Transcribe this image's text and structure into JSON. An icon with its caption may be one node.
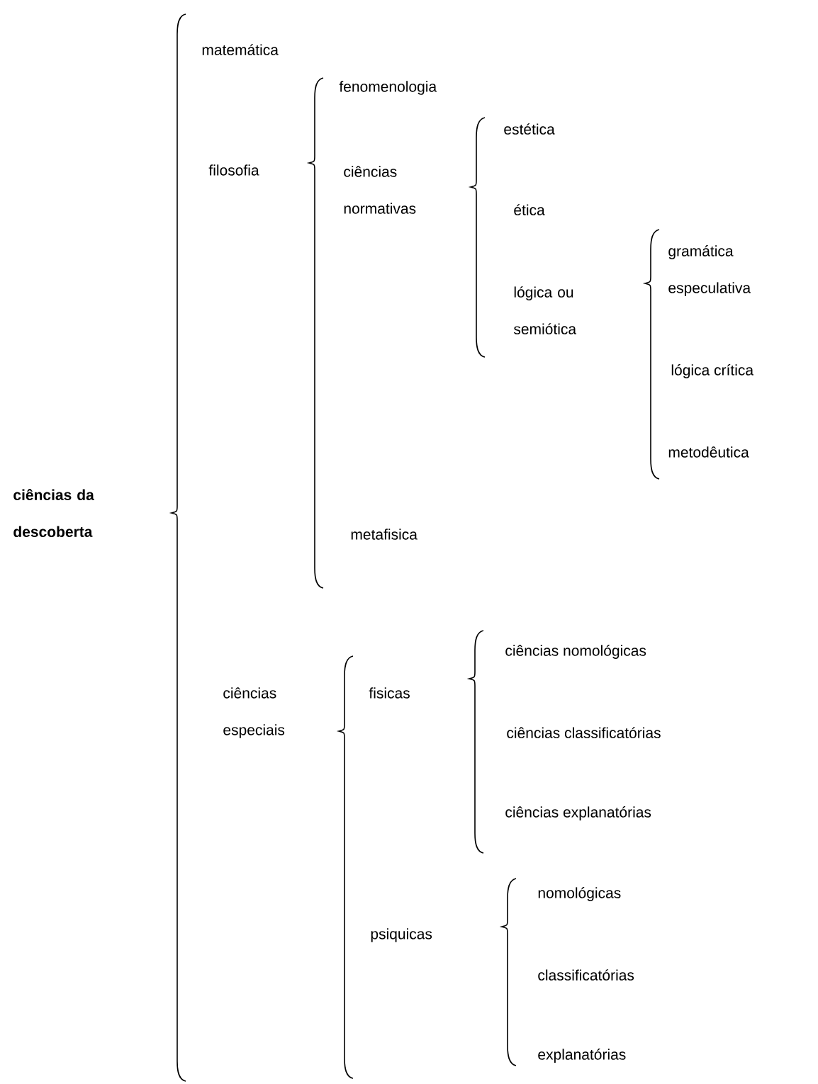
{
  "diagram": {
    "nodes": [
      {
        "text": [
          "ciências da descoberta"
        ]
      },
      {
        "text": [
          "matemática"
        ]
      },
      {
        "text": [
          "filosofia"
        ]
      },
      {
        "text": [
          "fenomenologia"
        ]
      },
      {
        "text": [
          "ciências normativas"
        ]
      },
      {
        "text": [
          "estética"
        ]
      },
      {
        "text": [
          "ética"
        ]
      },
      {
        "text": [
          "lógica ou semiótica"
        ]
      },
      {
        "text": [
          "gramática especulativa"
        ]
      },
      {
        "text": [
          "lógica crítica"
        ]
      },
      {
        "text": [
          "metodêutica"
        ]
      },
      {
        "text": [
          "metafisica"
        ]
      },
      {
        "text": [
          "ciências especiais"
        ]
      },
      {
        "text": [
          "fisicas"
        ]
      },
      {
        "text": [
          "ciências nomológicas"
        ]
      },
      {
        "text": [
          "ciências classificatórias"
        ]
      },
      {
        "text": [
          "ciências explanatórias"
        ]
      },
      {
        "text": [
          "psiquicas"
        ]
      },
      {
        "text": [
          "nomológicas"
        ]
      },
      {
        "text": [
          "classificatórias"
        ]
      },
      {
        "text": [
          "explanatórias"
        ]
      }
    ]
  }
}
